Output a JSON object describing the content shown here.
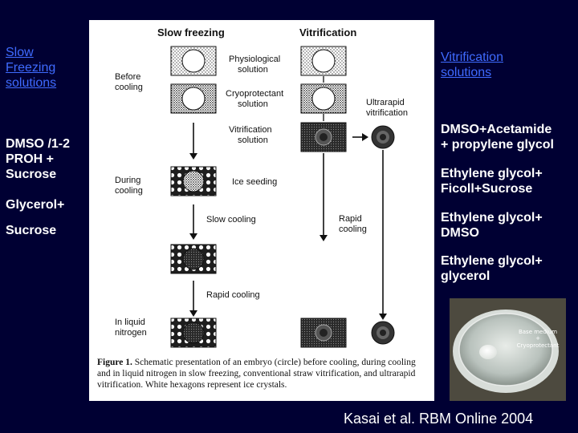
{
  "left": {
    "link": [
      "Slow",
      "Freezing",
      "solutions"
    ],
    "group1": [
      "DMSO /1-2",
      "PROH +",
      "Sucrose"
    ],
    "group2": [
      "Glycerol+",
      "Sucrose"
    ]
  },
  "right": {
    "link": [
      "Vitrification",
      "solutions"
    ],
    "items": [
      [
        "DMSO+Acetamide",
        "+ propylene glycol"
      ],
      [
        "Ethylene glycol+",
        "Ficoll+Sucrose"
      ],
      [
        "Ethylene glycol+",
        "DMSO"
      ],
      [
        "Ethylene glycol+",
        "glycerol"
      ]
    ]
  },
  "figure": {
    "headers": [
      "Slow freezing",
      "Vitrification"
    ],
    "labels": {
      "before_cooling": [
        "Before",
        "cooling"
      ],
      "physiological": [
        "Physiological",
        "solution"
      ],
      "cryoprotectant": [
        "Cryoprotectant",
        "solution"
      ],
      "ultrarapid": [
        "Ultrarapid",
        "vitrification"
      ],
      "vitrification_solution": [
        "Vitrification",
        "solution"
      ],
      "during_cooling": [
        "During",
        "cooling"
      ],
      "ice_seeding": "Ice seeding",
      "slow_cooling": "Slow cooling",
      "rapid_cooling_right": [
        "Rapid",
        "cooling"
      ],
      "rapid_cooling": "Rapid cooling",
      "in_liquid_nitrogen": [
        "In liquid",
        "nitrogen"
      ]
    },
    "caption_bold": "Figure 1.",
    "caption_text": " Schematic presentation of an embryo (circle) before cooling, during cooling and in liquid nitrogen in slow freezing, conventional straw vitrification, and ultrarapid vitrification. White hexagons represent ice crystals."
  },
  "photo": {
    "label": [
      "Base medium",
      "+",
      "Cryoprotectant"
    ]
  },
  "citation": "Kasai et al.  RBM Online 2004"
}
